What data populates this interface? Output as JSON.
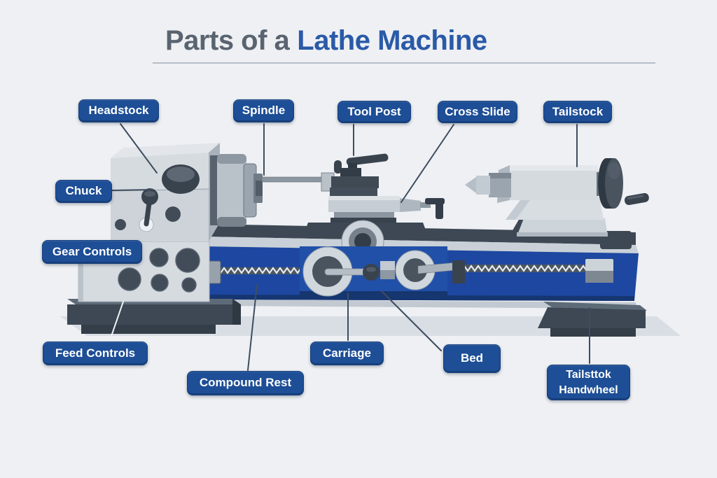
{
  "title": {
    "prefix": "Parts of a",
    "highlight": "Lathe Machine"
  },
  "labels": [
    {
      "id": "headstock",
      "text": "Headstock"
    },
    {
      "id": "spindle",
      "text": "Spindle"
    },
    {
      "id": "tool-post",
      "text": "Tool Post"
    },
    {
      "id": "cross-slide",
      "text": "Cross Slide"
    },
    {
      "id": "tailstock",
      "text": "Tailstock"
    },
    {
      "id": "chuck",
      "text": "Chuck"
    },
    {
      "id": "gear-controls",
      "text": "Gear Controls"
    },
    {
      "id": "feed-controls",
      "text": "Feed Controls"
    },
    {
      "id": "compound-rest",
      "text": "Compound Rest"
    },
    {
      "id": "carriage",
      "text": "Carriage"
    },
    {
      "id": "bed",
      "text": "Bed"
    },
    {
      "id": "tailstock-handwheel",
      "text": "Tailsttok Handwheel"
    }
  ],
  "colors": {
    "background": "#eef0f3",
    "label-bg": "#1d4e96",
    "label-border": "#153e7c",
    "title-gray": "#5a6470",
    "title-blue": "#2a5aa8",
    "bed-blue": "#1d47a0",
    "apron-blue": "#2150a8",
    "machine-light": "#d6dbe0",
    "machine-dark": "#3d4854"
  }
}
